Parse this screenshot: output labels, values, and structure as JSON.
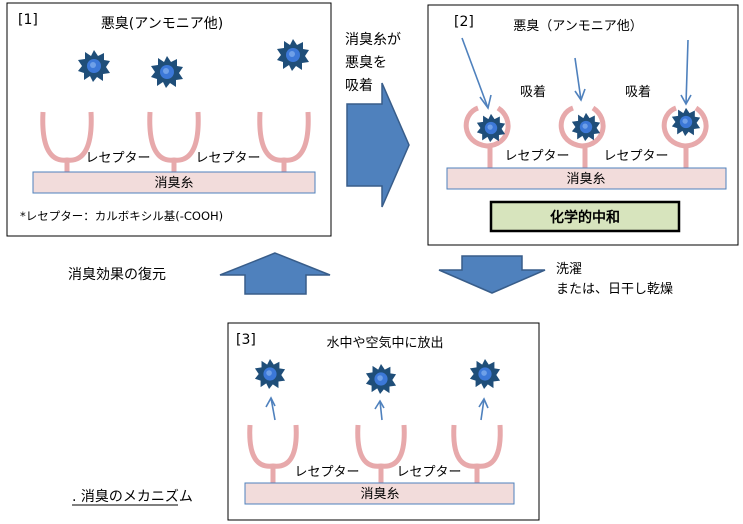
{
  "panel1": {
    "label": "[1]",
    "odor_label": "悪臭(アンモニア他)",
    "receptor_label_a": "レセプター",
    "receptor_label_b": "レセプター",
    "fiber_label": "消臭糸",
    "footnote": "*レセプター：カルボキシル基(-COOH)"
  },
  "panel2": {
    "label": "[2]",
    "odor_label": "悪臭（アンモニア他）",
    "adsorb_a": "吸着",
    "adsorb_b": "吸着",
    "receptor_label_a": "レセプター",
    "receptor_label_b": "レセプター",
    "fiber_label": "消臭糸",
    "neutralization_label": "化学的中和"
  },
  "panel3": {
    "label": "[3]",
    "release_label": "水中や空気中に放出",
    "receptor_label_a": "レセプター",
    "receptor_label_b": "レセプター",
    "fiber_label": "消臭糸"
  },
  "arrow_right_caption": [
    "消臭糸が",
    "悪臭を",
    "吸着"
  ],
  "arrow_down_caption": [
    "洗濯",
    "または、日干し乾燥"
  ],
  "arrow_up_caption": "消臭効果の復元",
  "figure_caption": ". 消臭のメカニズム",
  "colors": {
    "receptor": "#e7a9ab",
    "fiber_fill": "#f2dcdb",
    "fiber_stroke": "#4f81bd",
    "arrow_fill": "#4f81bd",
    "arrow_stroke": "#385d8a",
    "molecule": "#1f4e79",
    "molecule_core": "#3c78d8",
    "thin_arrow": "#4f81bd",
    "neutralization_fill": "#d7e4bd"
  },
  "icons": [
    "odor-molecule-icon",
    "receptor-icon",
    "process-arrow-icon"
  ]
}
